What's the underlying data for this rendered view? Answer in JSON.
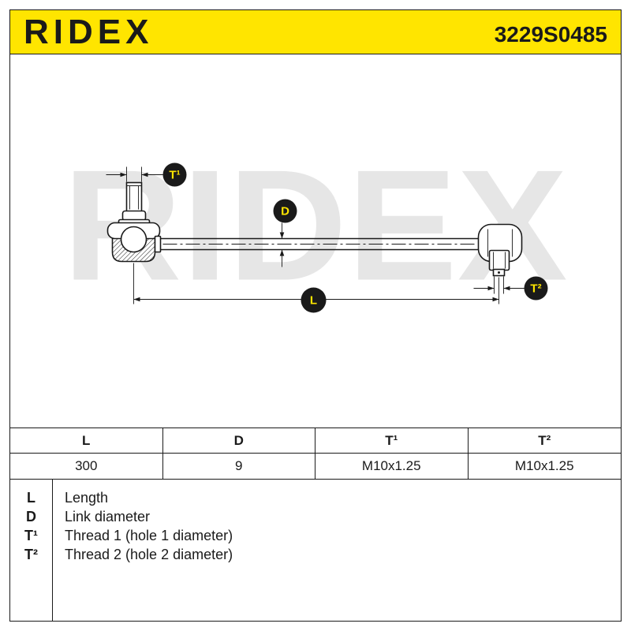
{
  "colors": {
    "accent": "#FFE500",
    "ink": "#1a1a1a",
    "watermark": "#e6e6e6"
  },
  "header": {
    "brand": "RIDEX",
    "part_number": "3229S0485"
  },
  "diagram": {
    "watermark": "RIDEX",
    "dimension_labels": {
      "thread_1": "T¹",
      "diameter": "D",
      "length": "L",
      "thread_2": "T²"
    }
  },
  "specs": {
    "columns": [
      "L",
      "D",
      "T¹",
      "T²"
    ],
    "values": [
      "300",
      "9",
      "M10x1.25",
      "M10x1.25"
    ]
  },
  "legend": [
    {
      "key": "L",
      "text": "Length"
    },
    {
      "key": "D",
      "text": "Link diameter"
    },
    {
      "key": "T¹",
      "text": "Thread 1 (hole 1 diameter)"
    },
    {
      "key": "T²",
      "text": "Thread 2 (hole 2 diameter)"
    }
  ]
}
